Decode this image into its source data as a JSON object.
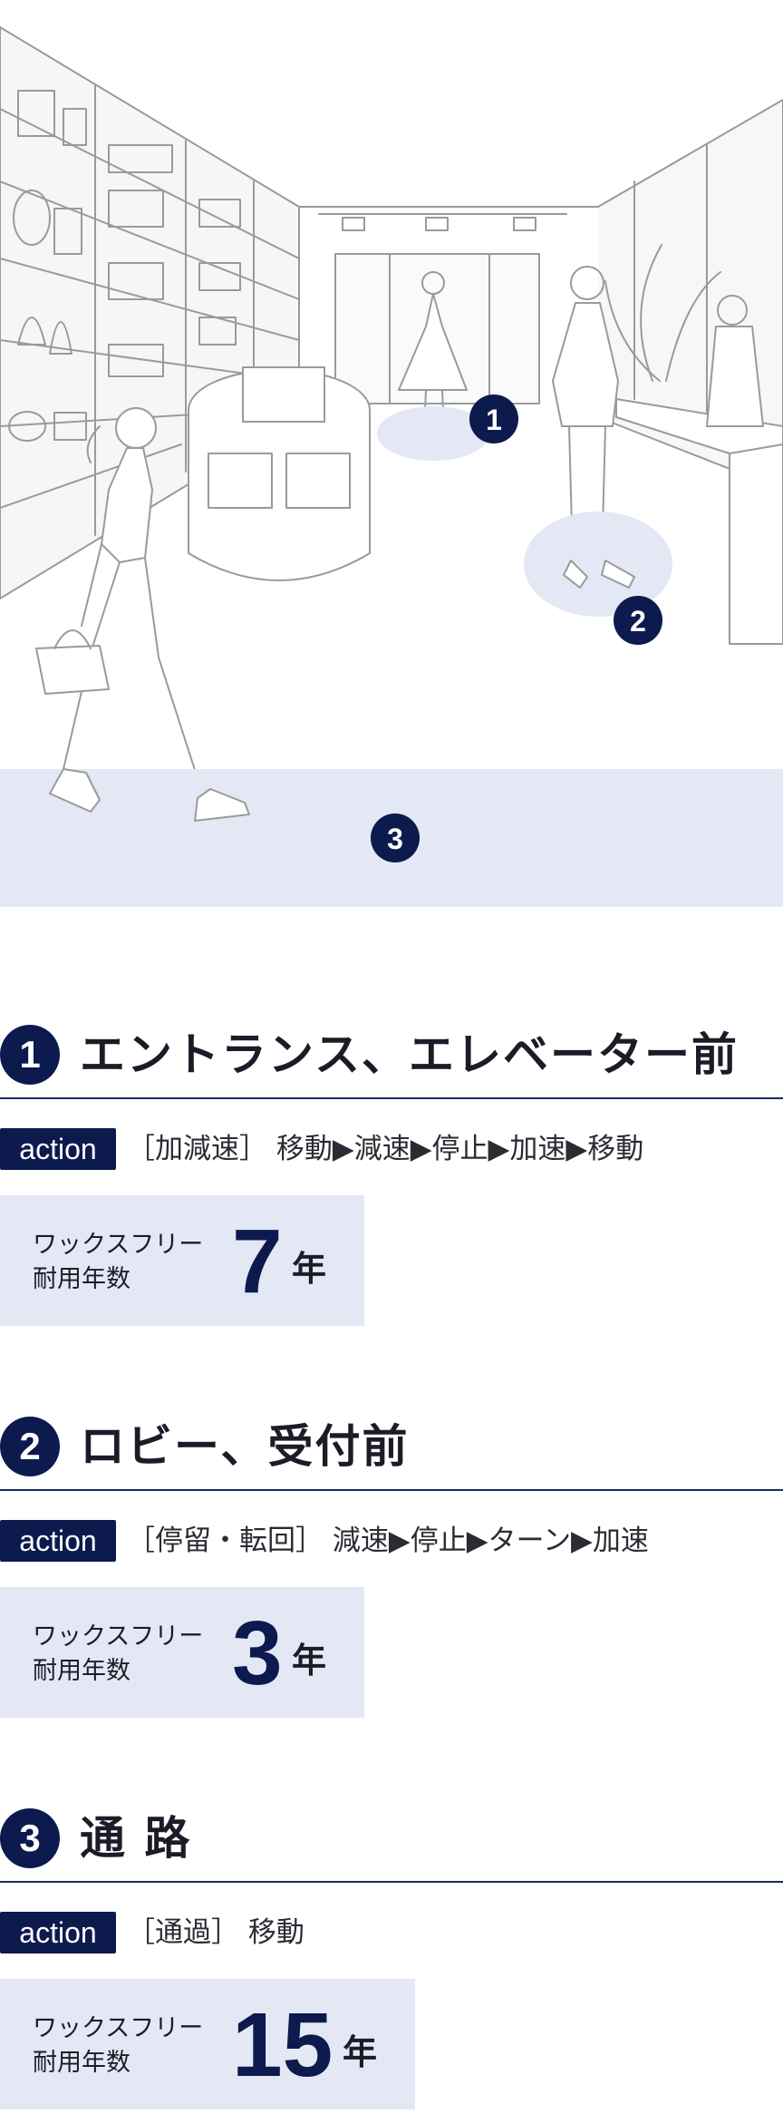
{
  "illustration": {
    "markers": [
      "1",
      "2",
      "3"
    ],
    "colors": {
      "zone": "#e3e8f4",
      "marker": "#0c1a4e",
      "line": "#8a8a8a"
    }
  },
  "sections": [
    {
      "number": "1",
      "title": "エントランス、エレベーター前",
      "action_badge": "action",
      "action_text": "［加減速］ 移動▶減速▶停止▶加速▶移動",
      "wax_label_line1": "ワックスフリー",
      "wax_label_line2": "耐用年数",
      "years": "7",
      "unit": "年"
    },
    {
      "number": "2",
      "title": "ロビー、受付前",
      "action_badge": "action",
      "action_text": "［停留・転回］ 減速▶停止▶ターン▶加速",
      "wax_label_line1": "ワックスフリー",
      "wax_label_line2": "耐用年数",
      "years": "3",
      "unit": "年"
    },
    {
      "number": "3",
      "title": "通 路",
      "action_badge": "action",
      "action_text": "［通過］ 移動",
      "wax_label_line1": "ワックスフリー",
      "wax_label_line2": "耐用年数",
      "years": "15",
      "unit": "年"
    }
  ]
}
